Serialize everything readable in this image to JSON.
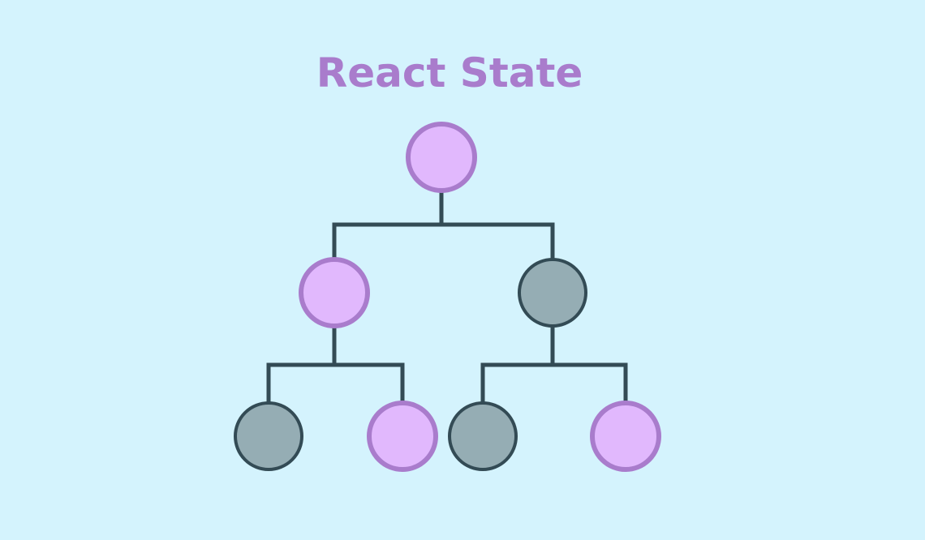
{
  "diagram": {
    "title": "React State",
    "colors": {
      "background": "#d4f3fd",
      "title": "#a97ccc",
      "connector": "#334b55",
      "stateful_fill": "#e1b8fd",
      "stateful_stroke": "#a97ccc",
      "stateless_fill": "#95adb4",
      "stateless_stroke": "#334b55"
    },
    "nodes": [
      {
        "id": "root",
        "kind": "stateful"
      },
      {
        "id": "left-child",
        "kind": "stateful"
      },
      {
        "id": "right-child",
        "kind": "stateless"
      },
      {
        "id": "left-left-leaf",
        "kind": "stateless"
      },
      {
        "id": "left-right-leaf",
        "kind": "stateful"
      },
      {
        "id": "right-left-leaf",
        "kind": "stateless"
      },
      {
        "id": "right-right-leaf",
        "kind": "stateful"
      }
    ],
    "edges": [
      {
        "from": "root",
        "to": "left-child"
      },
      {
        "from": "root",
        "to": "right-child"
      },
      {
        "from": "left-child",
        "to": "left-left-leaf"
      },
      {
        "from": "left-child",
        "to": "left-right-leaf"
      },
      {
        "from": "right-child",
        "to": "right-left-leaf"
      },
      {
        "from": "right-child",
        "to": "right-right-leaf"
      }
    ]
  }
}
